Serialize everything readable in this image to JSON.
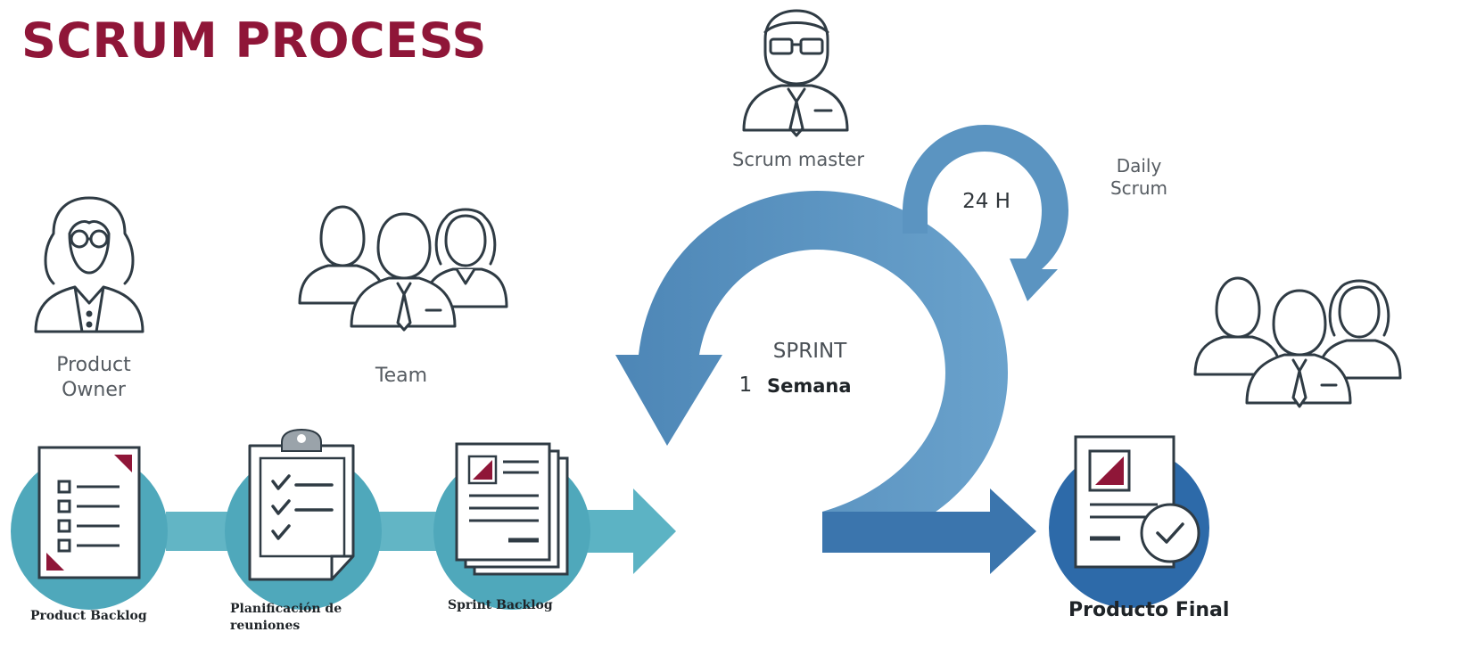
{
  "title": "SCRUM PROCESS",
  "roles": {
    "product_owner": "Product\nOwner",
    "team": "Team",
    "scrum_master": "Scrum master"
  },
  "daily": {
    "label": "Daily\nScrum",
    "duration": "24 H"
  },
  "sprint": {
    "label": "SPRINT",
    "count": "1",
    "unit": "Semana"
  },
  "steps": {
    "product_backlog": "Product Backlog",
    "planning": "Planificación de\nreuniones",
    "sprint_backlog": "Sprint Backlog",
    "final_product": "Producto Final"
  },
  "colors": {
    "title": "#8f1638",
    "teal": "#4fa8bb",
    "teal_light": "#5cb3c4",
    "sprint_blue": "#5b94c1",
    "dark_blue": "#3b75ad",
    "final_blue": "#2d6aa9",
    "accent_red": "#8f1638",
    "outline": "#2f3b44"
  }
}
